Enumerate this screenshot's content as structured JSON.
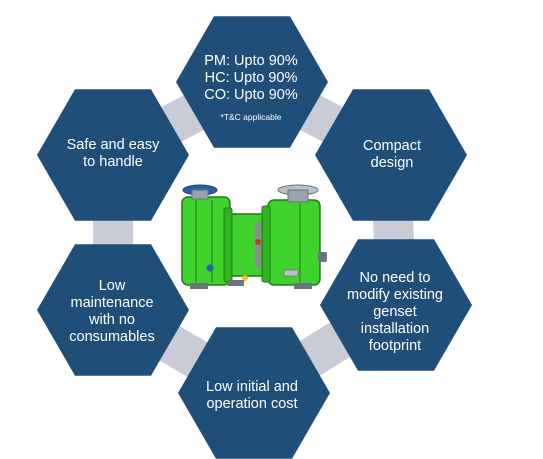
{
  "colors": {
    "hex_fill": "#1f4e79",
    "connector_fill": "#c9ccd6",
    "text": "#ffffff",
    "product_green": "#3fd12c",
    "product_dark": "#1e7a14",
    "flange_grey": "#9aa3ad",
    "flange_blue": "#2b5fa8"
  },
  "hexes": {
    "top": {
      "lines": [
        "PM: Upto 90%",
        "HC: Upto 90%",
        "CO: Upto 90%"
      ],
      "note": "*T&C applicable"
    },
    "top_right": {
      "lines": [
        "Compact",
        "design"
      ]
    },
    "right": {
      "lines": [
        "No need to",
        "modify existing",
        "genset",
        "installation",
        "footprint"
      ]
    },
    "bottom": {
      "lines": [
        "Low initial  and",
        "operation cost"
      ]
    },
    "left": {
      "lines": [
        "Low",
        "maintenance",
        "with no",
        "consumables"
      ]
    },
    "top_left": {
      "lines": [
        "Safe and easy",
        "to handle"
      ]
    }
  },
  "center_image": {
    "icon": "exhaust-after-treatment-unit"
  }
}
